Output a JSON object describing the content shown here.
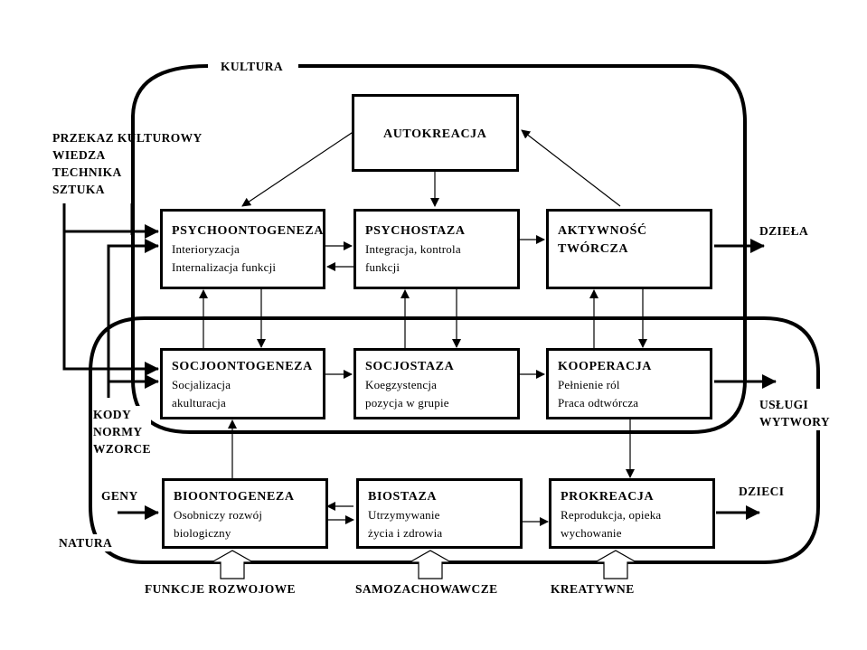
{
  "diagram": {
    "regions": {
      "culture": "KULTURA",
      "nature": "NATURA"
    },
    "inputs": {
      "cultural_transmission": [
        "PRZEKAZ KULTUROWY",
        "WIEDZA",
        "TECHNIKA",
        "SZTUKA"
      ],
      "codes": [
        "KODY",
        "NORMY",
        "WZORCE"
      ],
      "genes": "GENY"
    },
    "outputs": {
      "works": "DZIEŁA",
      "services": [
        "USŁUGI",
        "WYTWORY"
      ],
      "children": "DZIECI"
    },
    "boxes": {
      "autokreacja": {
        "title": "AUTOKREACJA"
      },
      "psychoontogeneza": {
        "title": "PSYCHOONTOGENEZA",
        "lines": [
          "Interioryzacja",
          "Internalizacja funkcji"
        ]
      },
      "psychostaza": {
        "title": "PSYCHOSTAZA",
        "lines": [
          "Integracja, kontrola",
          "funkcji"
        ]
      },
      "aktywnosc": {
        "title": "AKTYWNOŚĆ",
        "lines": [
          "TWÓRCZA"
        ]
      },
      "socjoontogeneza": {
        "title": "SOCJOONTOGENEZA",
        "lines": [
          "Socjalizacja",
          "akulturacja"
        ]
      },
      "socjostaza": {
        "title": "SOCJOSTAZA",
        "lines": [
          "Koegzystencja",
          "pozycja w grupie"
        ]
      },
      "kooperacja": {
        "title": "KOOPERACJA",
        "lines": [
          "Pełnienie ról",
          "Praca odtwórcza"
        ]
      },
      "bioontogeneza": {
        "title": "BIOONTOGENEZA",
        "lines": [
          "Osobniczy rozwój",
          "biologiczny"
        ]
      },
      "biostaza": {
        "title": "BIOSTAZA",
        "lines": [
          "Utrzymywanie",
          "życia i zdrowia"
        ]
      },
      "prokreacja": {
        "title": "PROKREACJA",
        "lines": [
          "Reprodukcja, opieka",
          "wychowanie"
        ]
      }
    },
    "functions": [
      "FUNKCJE ROZWOJOWE",
      "SAMOZACHOWAWCZE",
      "KREATYWNE"
    ]
  }
}
